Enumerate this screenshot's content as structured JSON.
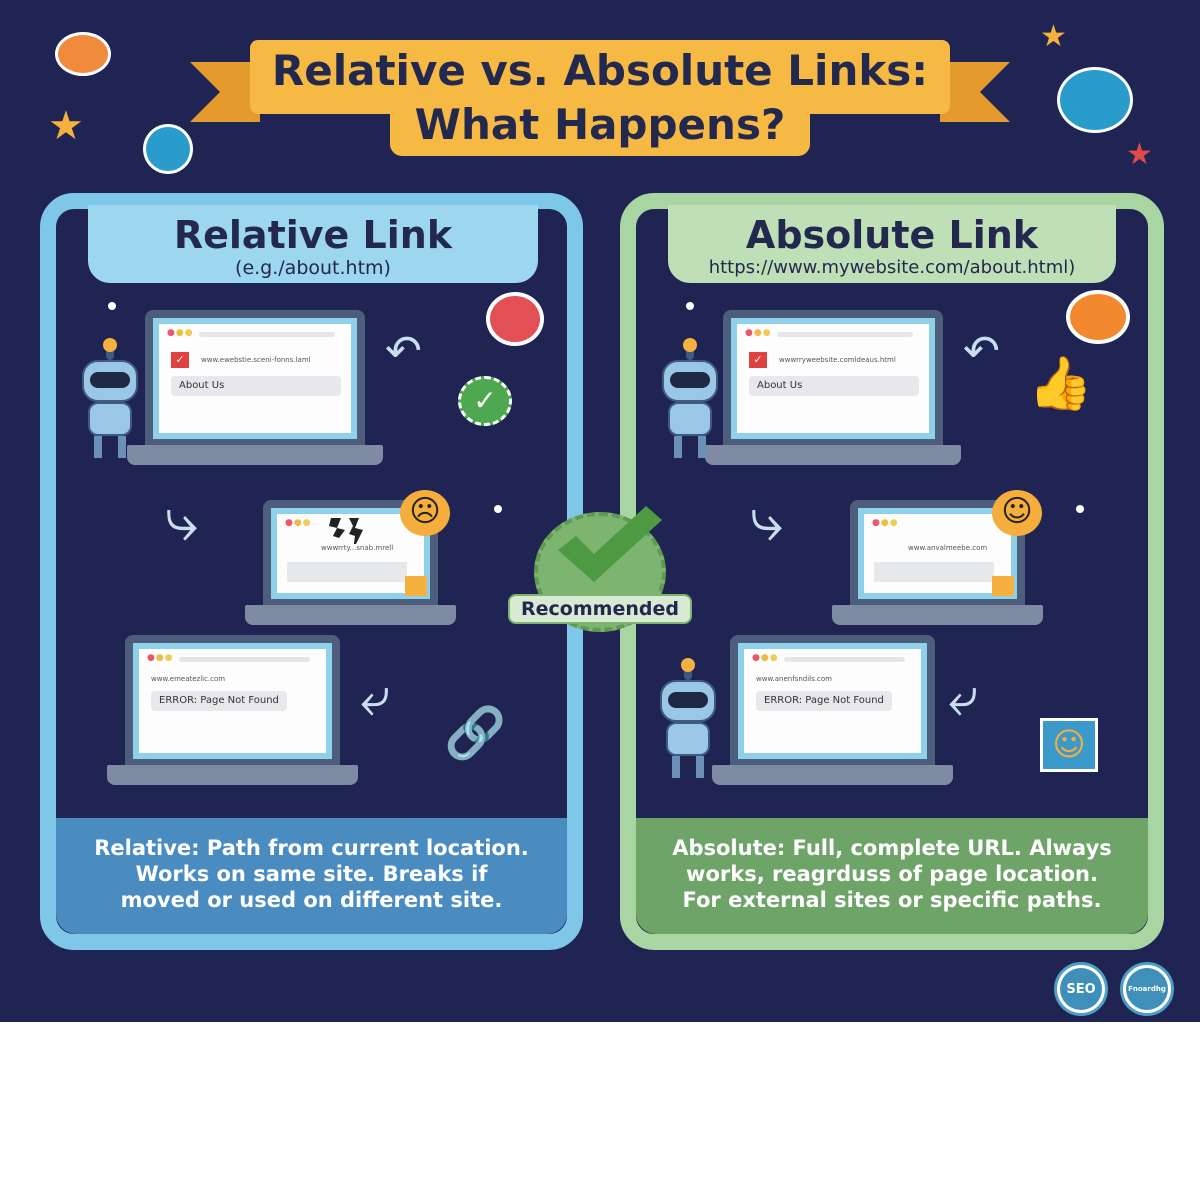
{
  "title": {
    "line1": "Relative vs. Absolute Links:",
    "line2": "What Happens?"
  },
  "left": {
    "heading": "Relative Link",
    "example": "(e.g./about.htm)",
    "laptop1": {
      "url": "www.ewebstie.sceni-fonns.laml",
      "link": "About Us"
    },
    "laptop2": {
      "url": "wwwrrty...snab.mrell"
    },
    "laptop3": {
      "url": "www.emeatezlic.com",
      "error": "ERROR: Page Not Found"
    },
    "footer": [
      "Relative: Path from current location.",
      "Works on same site. Breaks if",
      "moved or used on different site."
    ]
  },
  "right": {
    "heading": "Absolute Link",
    "example": "https://www.mywebsite.com/about.html)",
    "laptop1": {
      "url": "wwwrryweebsite.comldeaus.html",
      "link": "About Us"
    },
    "laptop2": {
      "url": "www.anvalmeebe.com"
    },
    "laptop3": {
      "url": "www.anenfsndils.com",
      "error": "ERROR: Page Not Found"
    },
    "footer": [
      "Absolute: Full, complete URL. Always",
      "works, reagrduss of page location.",
      "For external sites or specific paths."
    ]
  },
  "recommended": "Recommended",
  "badges": {
    "seo": "SEO",
    "other": "Fnoardhg"
  },
  "colors": {
    "background": "#1f2452",
    "banner": "#f6b944",
    "relative": "#7fc7e8",
    "absolute": "#a9d5a2",
    "relative_footer": "#4a8cc0",
    "absolute_footer": "#6ea468"
  }
}
